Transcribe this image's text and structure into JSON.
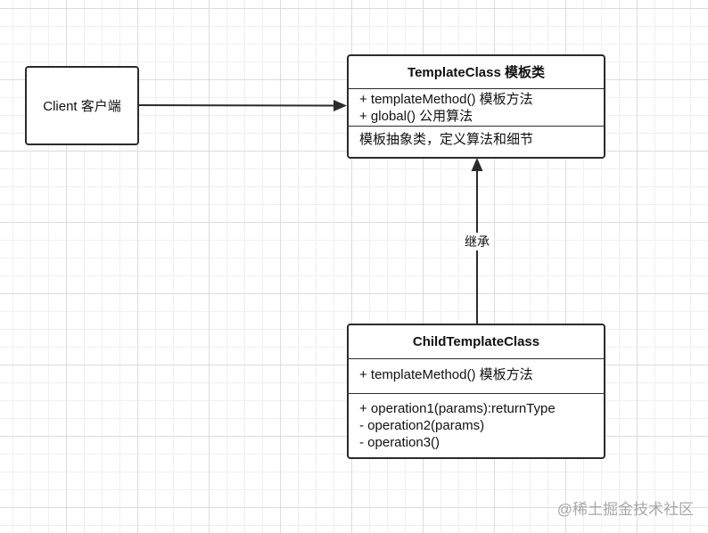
{
  "client": {
    "label": "Client 客户端"
  },
  "template_class": {
    "title": "TemplateClass 模板类",
    "methods": [
      "+ templateMethod() 模板方法",
      "+ global() 公用算法"
    ],
    "note": "模板抽象类，定义算法和细节"
  },
  "child_class": {
    "title": "ChildTemplateClass",
    "methods": [
      "+ templateMethod() 模板方法"
    ],
    "operations": [
      "+ operation1(params):returnType",
      "- operation2(params)",
      "- operation3()"
    ]
  },
  "inherit_label": "继承",
  "watermark": "@稀土掘金技术社区"
}
